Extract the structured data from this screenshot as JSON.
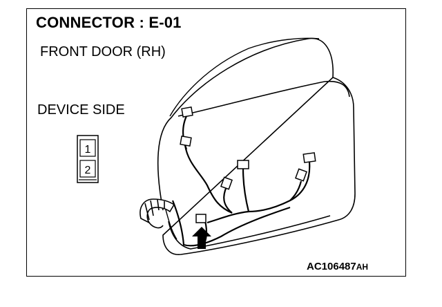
{
  "diagram": {
    "title": "CONNECTOR : E-01",
    "location_label": "FRONT DOOR (RH)",
    "view_label": "DEVICE SIDE",
    "connector_pins": [
      "1",
      "2"
    ],
    "figure_code": "AC106487",
    "figure_code_suffix": "AH"
  }
}
